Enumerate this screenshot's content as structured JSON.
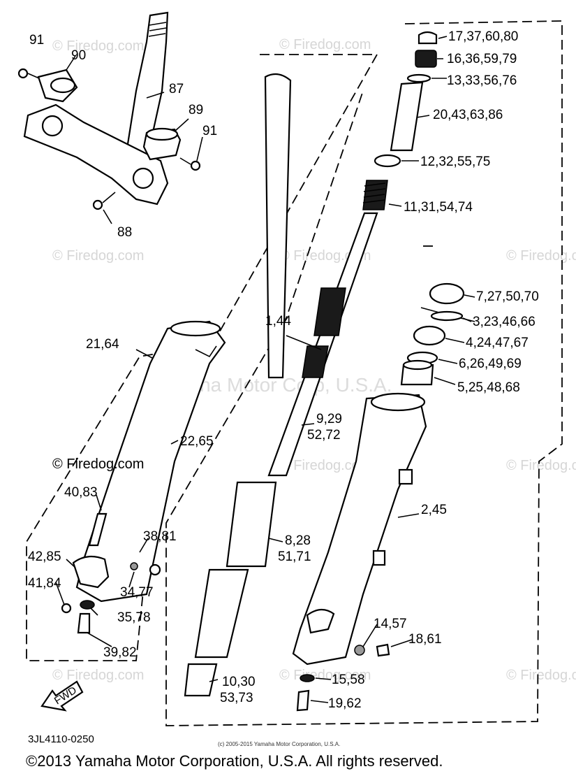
{
  "watermarks": {
    "site": "Firedog.com",
    "site_copyright": "© Firedog.com",
    "center": "Yamaha Motor Corp, U.S.A."
  },
  "labels": {
    "p91_top": "91",
    "p90": "90",
    "p87": "87",
    "p89": "89",
    "p91_right": "91",
    "p88": "88",
    "p17": "17,37,60,80",
    "p16": "16,36,59,79",
    "p13": "13,33,56,76",
    "p20": "20,43,63,86",
    "p12": "12,32,55,75",
    "p11": "11,31,54,74",
    "p7": "7,27,50,70",
    "p3": "3,23,46,66",
    "p4": "4,24,47,67",
    "p6": "6,26,49,69",
    "p5": "5,25,48,68",
    "p1": "1,44",
    "p21": "21,64",
    "p22": "22,65",
    "p9a": "9,29",
    "p9b": "52,72",
    "p2": "2,45",
    "p40": "40,83",
    "p38": "38,81",
    "p42": "42,85",
    "p34": "34,77",
    "p41": "41,84",
    "p35": "35,78",
    "p39": "39,82",
    "p8a": "8,28",
    "p8b": "51,71",
    "p14": "14,57",
    "p18": "18,61",
    "p10a": "10,30",
    "p10b": "53,73",
    "p15": "15,58",
    "p19": "19,62",
    "fwd": "FWD"
  },
  "diagram_code": "3JL4110-0250",
  "small_copyright": "(c) 2005-2015 Yamaha Motor Corporation, U.S.A.",
  "copyright": "©2013 Yamaha Motor Corporation, U.S.A. All rights reserved."
}
